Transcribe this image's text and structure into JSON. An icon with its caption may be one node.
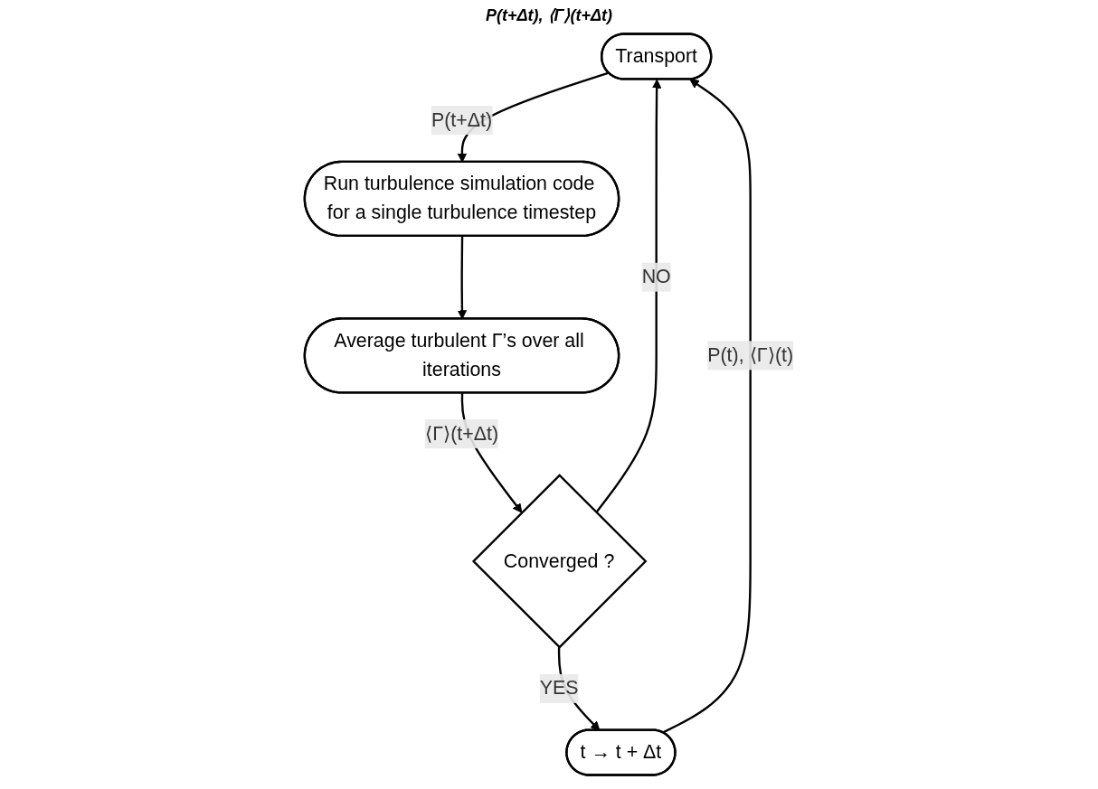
{
  "diagram": {
    "nodes": [
      {
        "text": [
          "Transport"
        ]
      },
      {
        "text": [
          "Run turbulence simulation code for a single turbulence timestep"
        ]
      },
      {
        "text": [
          "Average turbulent Γ’s over all iterations"
        ]
      },
      {
        "text": [
          "Converged ?"
        ]
      },
      {
        "text": [
          "t → t + Δt"
        ]
      }
    ],
    "edges": [
      {
        "from": 0,
        "to": 1,
        "arrow": "to",
        "label": "P(t+Δt)"
      },
      {
        "from": 1,
        "to": 2,
        "arrow": "to"
      },
      {
        "from": 2,
        "to": 3,
        "arrow": "to",
        "label": "⟨Γ⟩(t+Δt)"
      },
      {
        "from": 3,
        "to": 4,
        "arrow": "to",
        "label": "YES"
      },
      {
        "from": 4,
        "to": 0,
        "arrow": "to",
        "label": "P(t), ⟨Γ⟩(t)"
      },
      {
        "from": 3,
        "to": 0,
        "arrow": "to",
        "label": "NO"
      }
    ],
    "labels": [
      "P(t+Δt), ⟨Γ⟩(t+Δt)"
    ]
  }
}
